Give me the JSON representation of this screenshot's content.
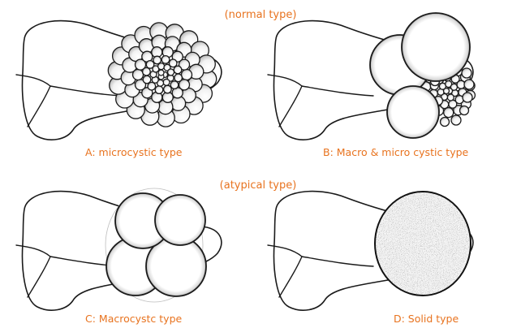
{
  "headers": {
    "normal": "(normal type)",
    "atypical": "(atypical type)"
  },
  "panels": [
    {
      "id": "A",
      "caption": "A: microcystic type"
    },
    {
      "id": "B",
      "caption": "B: Macro & micro cystic type"
    },
    {
      "id": "C",
      "caption": "C: Macrocystc type"
    },
    {
      "id": "D",
      "caption": "D: Solid type"
    }
  ],
  "colors": {
    "label": "#e8731f",
    "outline": "#1a1a1a",
    "background": "#ffffff"
  }
}
